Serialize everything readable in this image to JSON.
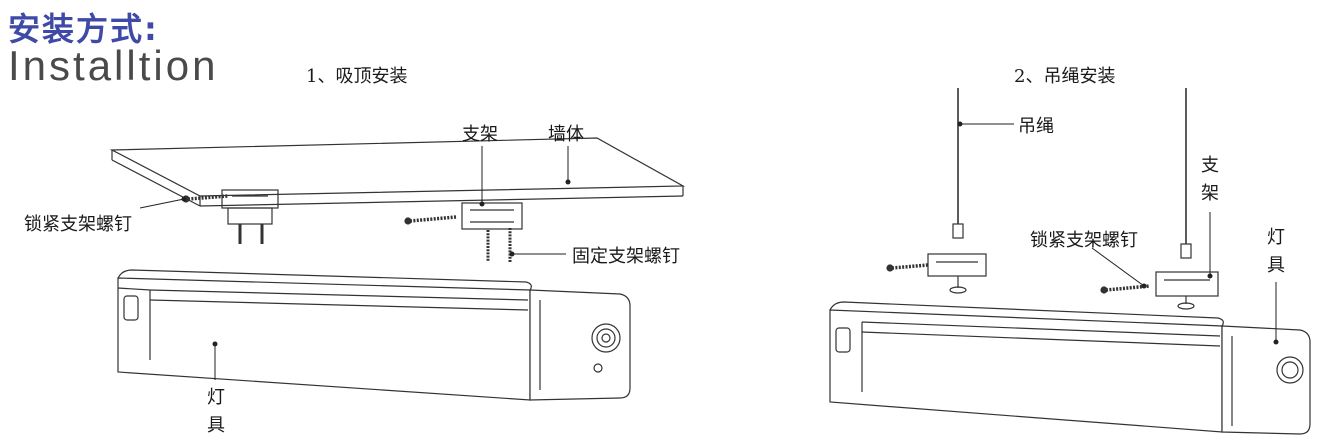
{
  "header": {
    "title_cn": "安装方式:",
    "title_en": "Installtion"
  },
  "section1": {
    "title": "1、吸顶安装",
    "labels": {
      "bracket": "支架",
      "wall": "墙体",
      "lock_screw": "锁紧支架螺钉",
      "fix_screw": "固定支架螺钉",
      "lamp": "灯具"
    }
  },
  "section2": {
    "title": "2、吊绳安装",
    "labels": {
      "rope": "吊绳",
      "bracket": "支架",
      "lock_screw": "锁紧支架螺钉",
      "lamp": "灯具"
    }
  },
  "colors": {
    "title_blue": "#3f49a6",
    "line": "#333333"
  }
}
